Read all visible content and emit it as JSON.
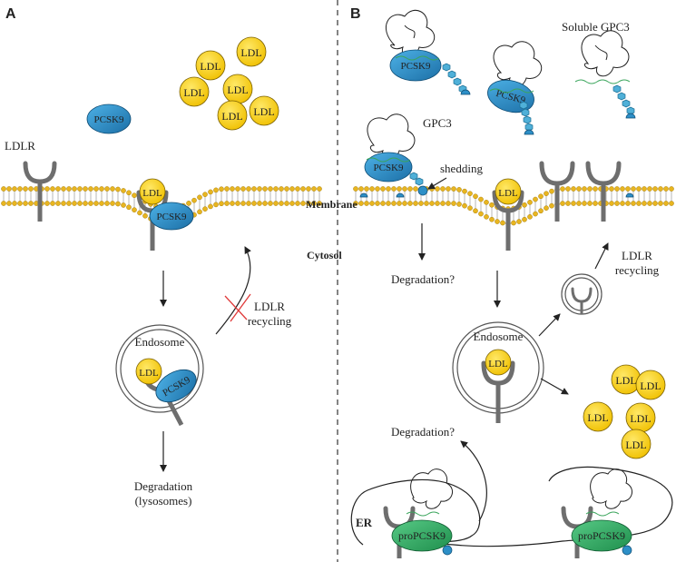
{
  "panels": {
    "a": "A",
    "b": "B"
  },
  "labels": {
    "membrane": "Membrane",
    "cytosol": "Cytosol",
    "er": "ER",
    "ldlr": "LDLR",
    "gpc3": "GPC3",
    "soluble_gpc3": "Soluble GPC3",
    "shedding": "shedding",
    "endosome": "Endosome",
    "ldlr_recycling_a": [
      "LDLR",
      "recycling"
    ],
    "ldlr_recycling_b": [
      "LDLR",
      "recycling"
    ],
    "degradation_a": [
      "Degradation",
      "(lysosomes)"
    ],
    "degradation_q1": "Degradation?",
    "degradation_q2": "Degradation?"
  },
  "molecules": {
    "ldl": "LDL",
    "pcsk9": "PCSK9",
    "propcsk9": "proPCSK9"
  },
  "colors": {
    "ldl": "#f3c80a",
    "pcsk9": "#2d8fc7",
    "propcsk9": "#3ab06a",
    "lipid_head": "#e8b520",
    "receptor": "#6e6e6e",
    "block_mark": "#e03a3a",
    "gag_chain": "#4fb0d8"
  }
}
